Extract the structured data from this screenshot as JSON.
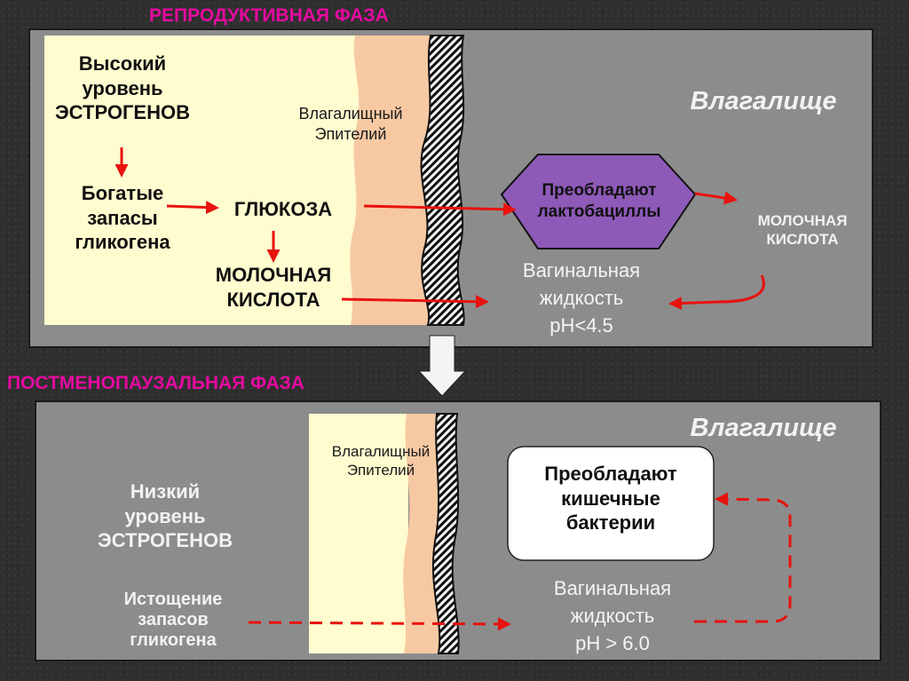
{
  "reproductive": {
    "title": "РЕПРОДУКТИВНАЯ ФАЗА",
    "vagina_label": "Влагалище",
    "estrogen": [
      "Высокий",
      "уровень",
      "ЭСТРОГЕНОВ"
    ],
    "glycogen": [
      "Богатые",
      "запасы",
      "гликогена"
    ],
    "glucose": "ГЛЮКОЗА",
    "lactic_acid_left": [
      "МОЛОЧНАЯ",
      "КИСЛОТА"
    ],
    "epithelium": [
      "Влагалищный",
      "Эпителий"
    ],
    "lacto_box": [
      "Преобладают",
      "лактобациллы"
    ],
    "lactic_acid_right": [
      "МОЛОЧНАЯ",
      "КИСЛОТА"
    ],
    "fluid": [
      "Вагинальная",
      "жидкость",
      "pH<4.5"
    ]
  },
  "postmenopausal": {
    "title": "ПОСТМЕНОПАУЗАЛЬНАЯ ФАЗА",
    "vagina_label": "Влагалище",
    "estrogen": [
      "Низкий",
      "уровень",
      "ЭСТРОГЕНОВ"
    ],
    "depletion": [
      "Истощение",
      "запасов",
      "гликогена"
    ],
    "epithelium": [
      "Влагалищный",
      "Эпителий"
    ],
    "bacteria_box": [
      "Преобладают",
      "кишечные",
      "бактерии"
    ],
    "fluid": [
      "Вагинальная",
      "жидкость",
      "pH > 6.0"
    ]
  },
  "colors": {
    "title": "#e60aa0",
    "panel": "#8c8c8c",
    "cream": "#fffccf",
    "tissue": "#f7c9a3",
    "octagon": "#8e5ab8",
    "arrow": "#e8120e"
  }
}
